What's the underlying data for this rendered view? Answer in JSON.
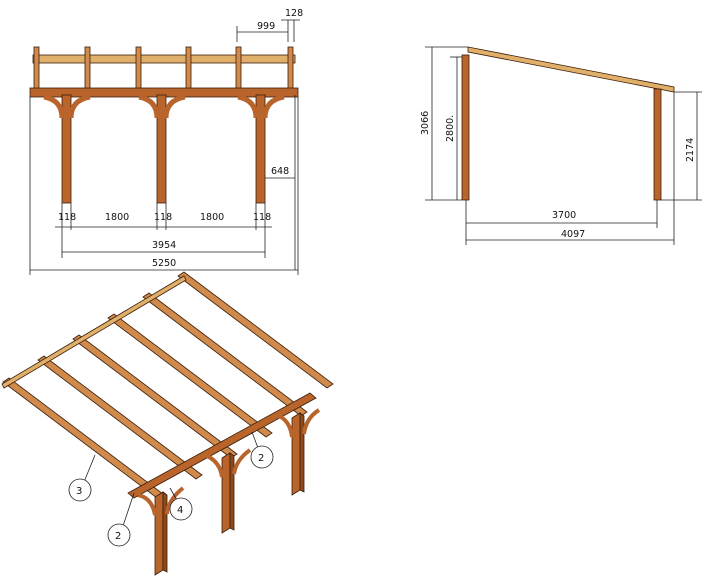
{
  "front_view": {
    "dims": {
      "d999": "999",
      "d128": "128",
      "d648": "648",
      "d118a": "118",
      "d1800a": "1800",
      "d118b": "118",
      "d1800b": "1800",
      "d118c": "118",
      "d3954": "3954",
      "d5250": "5250"
    }
  },
  "side_view": {
    "dims": {
      "d3066": "3066",
      "d2800": "2800.",
      "d2174": "2174",
      "d3700": "3700",
      "d4097": "4097"
    }
  },
  "iso_view": {
    "callouts": {
      "c2a": "2",
      "c3": "3",
      "c2b": "2",
      "c4": "4"
    }
  },
  "colors": {
    "wood": "#b8642b",
    "wood_light": "#d08a4c",
    "beam": "#e0b06a"
  }
}
